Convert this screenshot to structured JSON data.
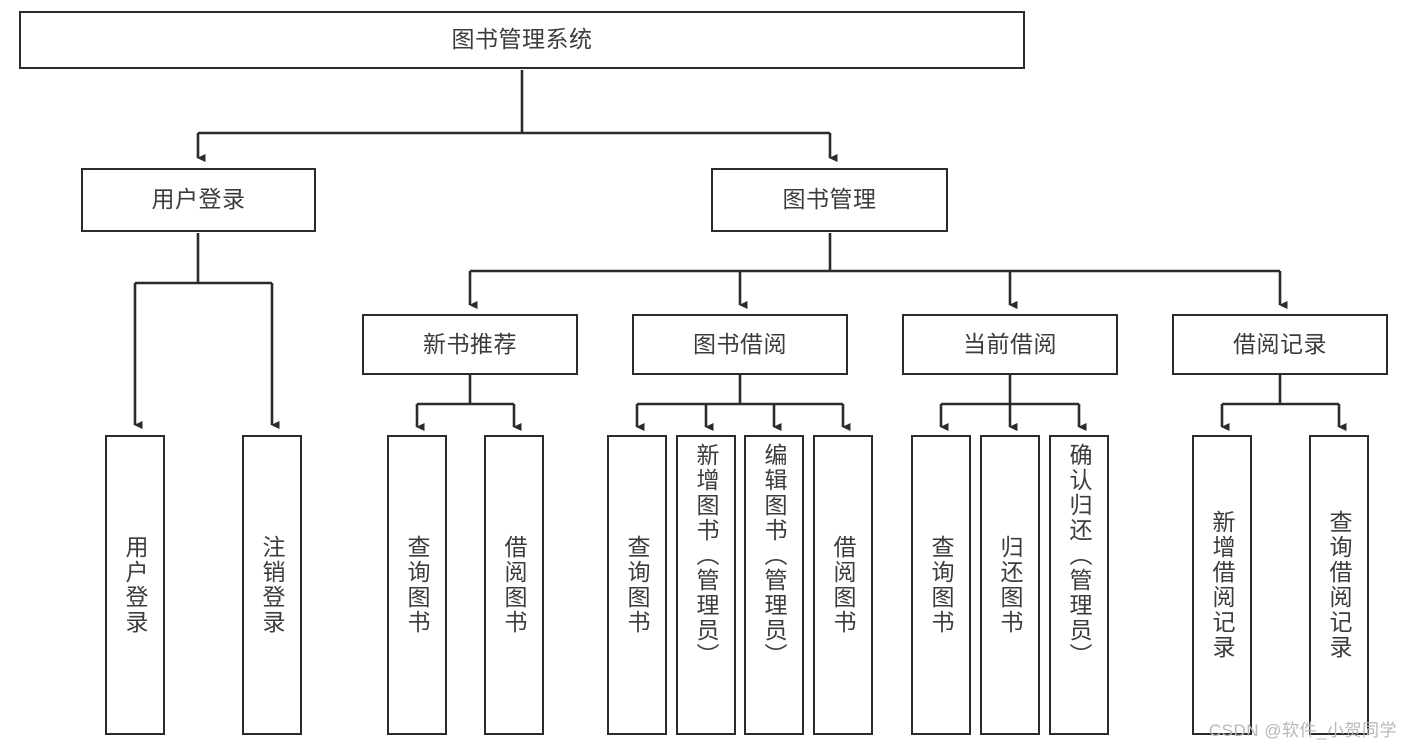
{
  "diagram": {
    "title_node": {
      "id": "root",
      "label": "图书管理系统"
    },
    "level2": [
      {
        "id": "user-login",
        "label": "用户登录"
      },
      {
        "id": "book-management",
        "label": "图书管理"
      }
    ],
    "level3": [
      {
        "id": "new-book-recommend",
        "label": "新书推荐"
      },
      {
        "id": "book-borrow",
        "label": "图书借阅"
      },
      {
        "id": "current-borrow",
        "label": "当前借阅"
      },
      {
        "id": "borrow-record",
        "label": "借阅记录"
      }
    ],
    "leaves": {
      "user_login": [
        {
          "id": "leaf-user-login",
          "label": "用户登录"
        },
        {
          "id": "leaf-logout-login",
          "label": "注销登录"
        }
      ],
      "new_book_recommend": [
        {
          "id": "leaf-query-book-1",
          "label": "查询图书"
        },
        {
          "id": "leaf-borrow-book-1",
          "label": "借阅图书"
        }
      ],
      "book_borrow": [
        {
          "id": "leaf-query-book-2",
          "label": "查询图书"
        },
        {
          "id": "leaf-add-book",
          "label": "新增图书（管理员）"
        },
        {
          "id": "leaf-edit-book",
          "label": "编辑图书（管理员）"
        },
        {
          "id": "leaf-borrow-book-2",
          "label": "借阅图书"
        }
      ],
      "current_borrow": [
        {
          "id": "leaf-query-book-3",
          "label": "查询图书"
        },
        {
          "id": "leaf-return-book",
          "label": "归还图书"
        },
        {
          "id": "leaf-confirm-return",
          "label": "确认归还（管理员）"
        }
      ],
      "borrow_record": [
        {
          "id": "leaf-add-record",
          "label": "新增借阅记录"
        },
        {
          "id": "leaf-query-record",
          "label": "查询借阅记录"
        }
      ]
    }
  },
  "watermark": {
    "text": "CSDN @软件_小贺同学"
  },
  "colors": {
    "border": "#2b2b2b",
    "text": "#3c3c3c",
    "background": "#ffffff",
    "edge": "#2b2b2b",
    "watermark": "#b8b8b8"
  }
}
